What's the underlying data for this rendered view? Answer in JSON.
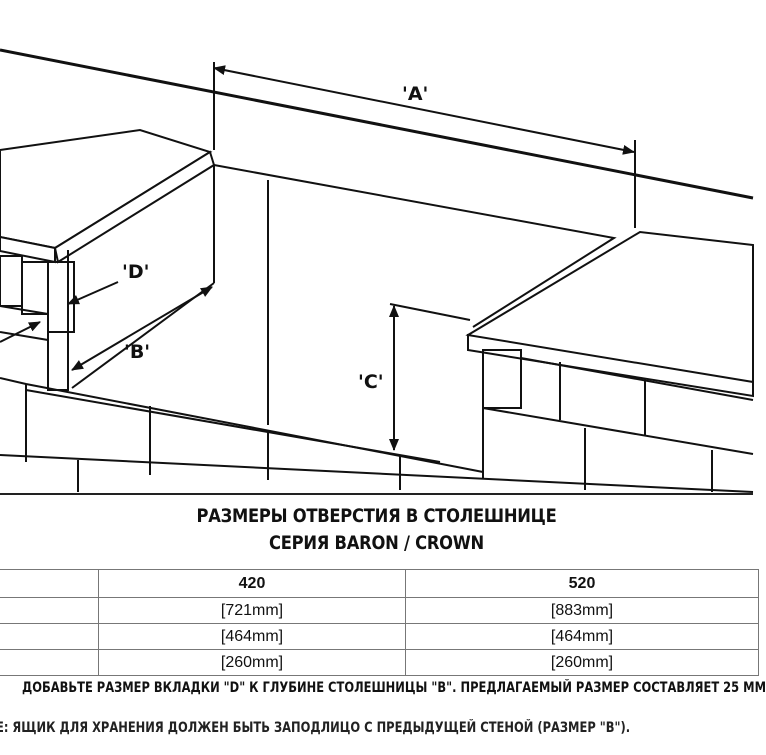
{
  "diagram": {
    "labels": {
      "a": "'A'",
      "b": "'B'",
      "c": "'C'",
      "d": "'D'"
    }
  },
  "title": {
    "line1": "РАЗМЕРЫ ОТВЕРСТИЯ В СТОЛЕШНИЦЕ",
    "line2": "СЕРИЯ BARON / CROWN"
  },
  "table": {
    "columns": [
      "",
      "420",
      "520"
    ],
    "rows": [
      [
        "",
        "[721mm]",
        "[883mm]"
      ],
      [
        "",
        "[464mm]",
        "[464mm]"
      ],
      [
        "",
        "[260mm]",
        "[260mm]"
      ]
    ]
  },
  "notes": {
    "line1": "ДОБАВЬТЕ РАЗМЕР ВКЛАДКИ \"D\" К ГЛУБИНЕ СТОЛЕШНИЦЫ \"B\". ПРЕДЛАГАЕМЫЙ РАЗМЕР СОСТАВЛЯЕТ 25 ММ",
    "line2": "E: ЯЩИК ДЛЯ ХРАНЕНИЯ ДОЛЖЕН БЫТЬ ЗАПОДЛИЦО С ПРЕДЫДУЩЕЙ СТЕНОЙ (РАЗМЕР \"B\")."
  }
}
